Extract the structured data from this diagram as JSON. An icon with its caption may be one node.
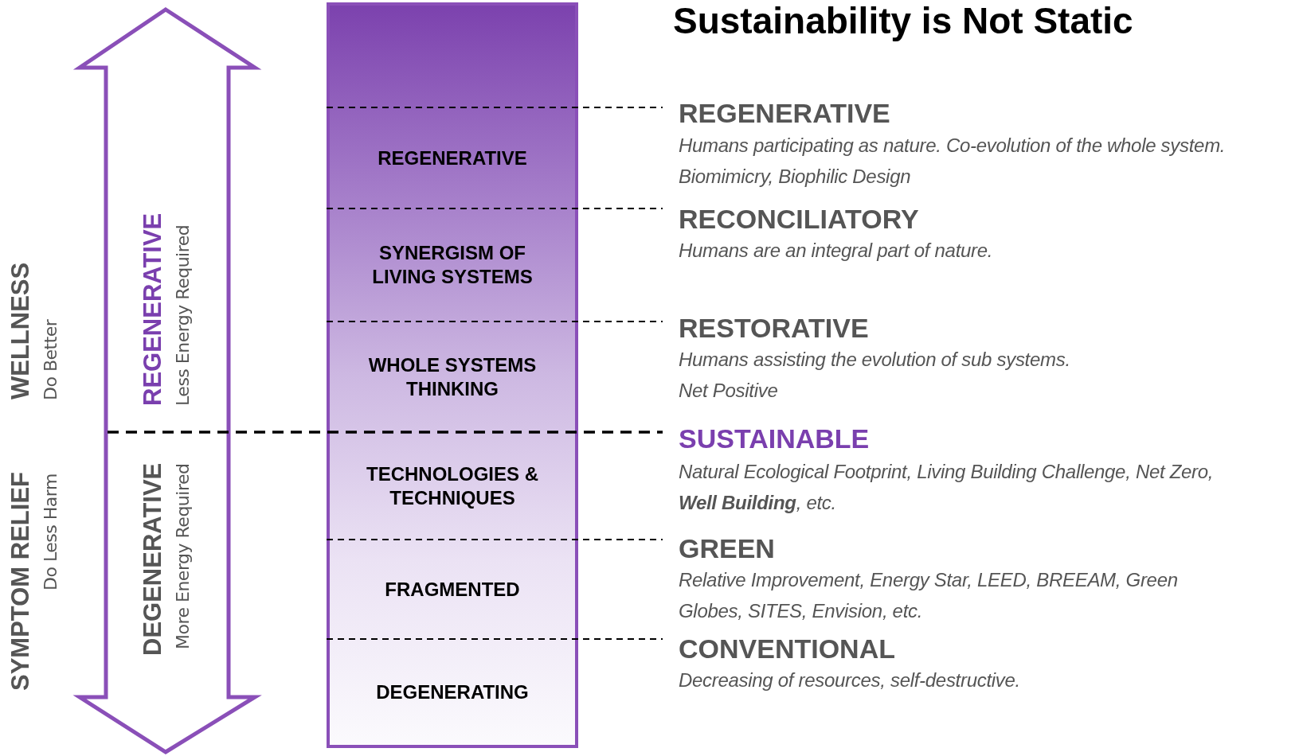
{
  "diagram": {
    "title": "Sustainability is Not Static",
    "nodes": [
      {
        "text": [],
        "shape": "bar"
      },
      {
        "text": [
          "REGENERATIVE"
        ],
        "in": 0
      },
      {
        "text": [
          "SYNERGISM OF LIVING SYSTEMS"
        ],
        "in": 0
      },
      {
        "text": [
          "WHOLE SYSTEMS THINKING"
        ],
        "in": 0
      },
      {
        "text": [
          "TECHNOLOGIES & TECHNIQUES"
        ],
        "in": 0
      },
      {
        "text": [
          "FRAGMENTED"
        ],
        "in": 0
      },
      {
        "text": [
          "DEGENERATING"
        ],
        "in": 0
      }
    ],
    "labels": [
      "WELLNESS",
      "Do Better",
      "SYMPTOM RELIEF",
      "Do Less Harm",
      "REGENERATIVE",
      "Less Energy Required",
      "DEGENERATIVE",
      "More Energy Required",
      "REGENERATIVE",
      "Humans participating as nature. Co-evolution of the whole system.",
      "Biomimicry, Biophilic Design",
      "RECONCILIATORY",
      "Humans are an integral part of nature.",
      "RESTORATIVE",
      "Humans assisting the evolution of sub systems.",
      "Net Positive",
      "SUSTAINABLE",
      "Natural Ecological Footprint, Living Building Challenge, Net Zero, **Well Building**, etc.",
      "GREEN",
      "Relative Improvement, Energy Star, LEED, BREEAM, Green Globes, SITES, Envision, etc.",
      "CONVENTIONAL",
      "Decreasing of resources, self-destructive."
    ]
  }
}
